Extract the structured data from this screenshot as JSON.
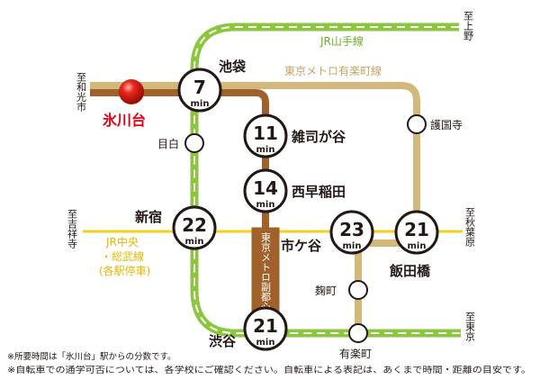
{
  "colors": {
    "yamanote": "#8CC63F",
    "chuo_sobu": "#F7D117",
    "yurakucho": "#D2B87A",
    "fukutoshin": "#A0622A",
    "station_red": "#E60012",
    "frame": "#231815",
    "text": "#231815"
  },
  "directions": {
    "ueno": "至上野",
    "wakoshi": "至和光市",
    "kichijoji": "至吉祥寺",
    "akihabara": "至秋葉原",
    "tokyo": "至東京"
  },
  "lines": {
    "yamanote": "JR山手線",
    "yurakucho": "東京メトロ有楽町線",
    "fukutoshin": "東京メトロ副都心線",
    "chuo_sobu_1": "JR中央",
    "chuo_sobu_2": "・総武線",
    "chuo_sobu_3": "(各駅停車)"
  },
  "origin_station": "氷川台",
  "min_unit": "min",
  "stations": [
    {
      "id": "ikebukuro",
      "name": "池袋",
      "minutes": "7"
    },
    {
      "id": "zoshigaya",
      "name": "雑司が谷",
      "minutes": "11"
    },
    {
      "id": "nishiwaseda",
      "name": "西早稲田",
      "minutes": "14"
    },
    {
      "id": "shinjuku",
      "name": "新宿",
      "minutes": "22"
    },
    {
      "id": "ichigaya",
      "name": "市ケ谷",
      "minutes": "23"
    },
    {
      "id": "iidabashi",
      "name": "飯田橋",
      "minutes": "21"
    },
    {
      "id": "shibuya",
      "name": "渋谷",
      "minutes": "21"
    }
  ],
  "small_stations": {
    "mejiro": "目白",
    "gokokuji": "護国寺",
    "kojimachi": "麹町",
    "yurakucho": "有楽町"
  },
  "notes": [
    "※所要時間は「氷川台」駅からの分数です。",
    "※自転車での通学可否については、各学校にご確認ください。自転車による表記は、あくまで時間・距離の目安です。"
  ]
}
